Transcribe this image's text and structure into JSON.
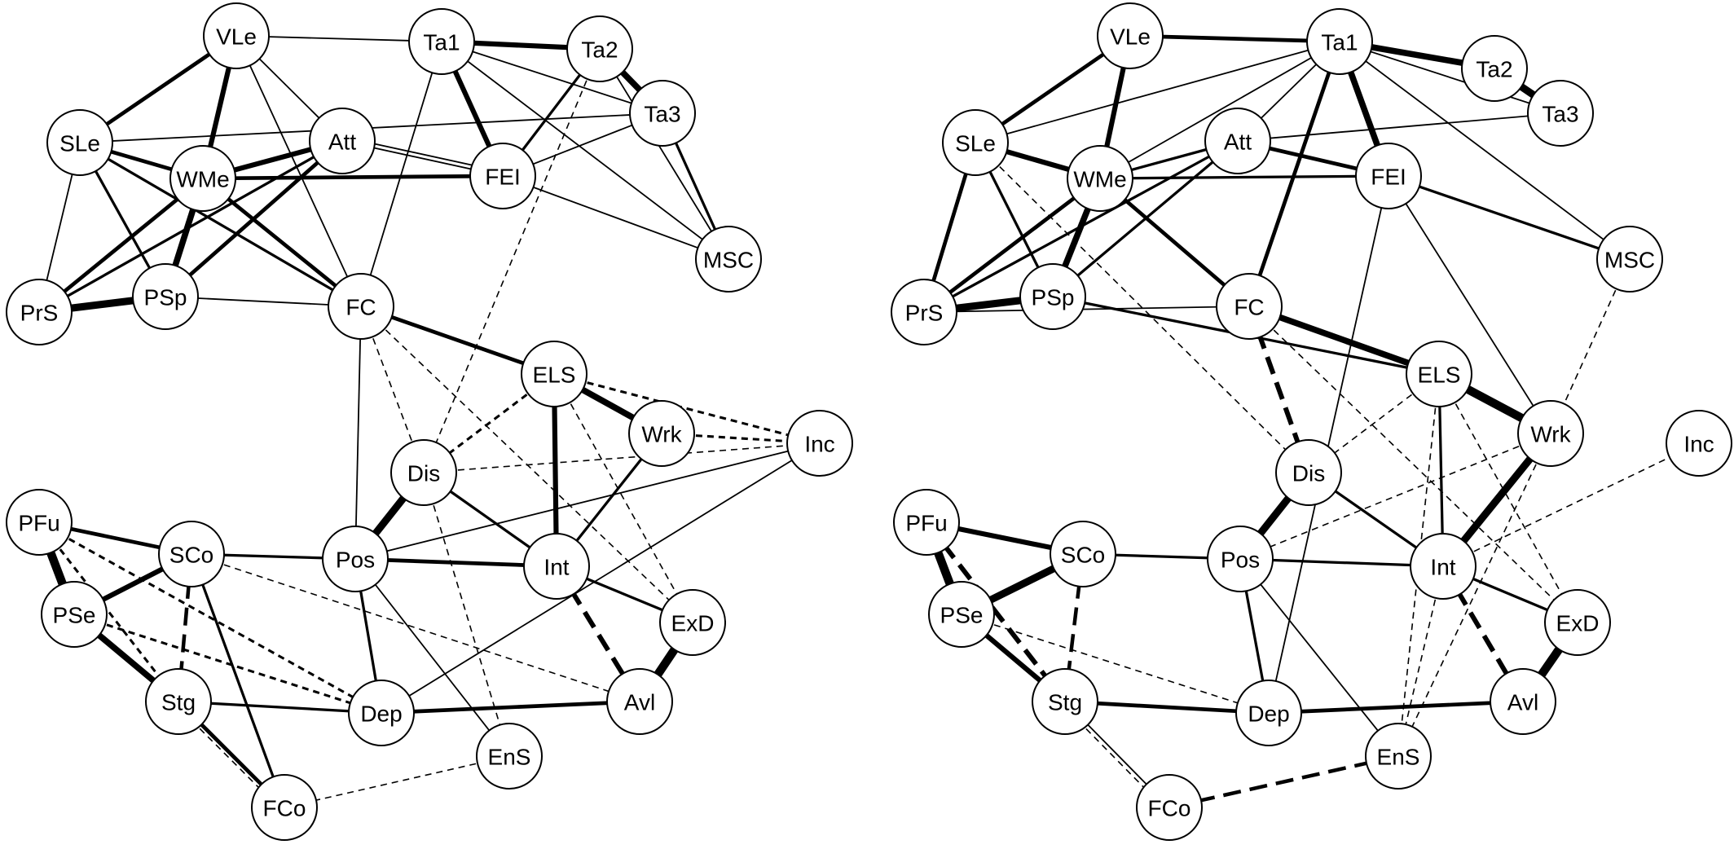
{
  "networks": [
    {
      "id": "left",
      "nodes": [
        "VLe",
        "Ta1",
        "Ta2",
        "Ta3",
        "SLe",
        "Att",
        "WMe",
        "FEI",
        "MSC",
        "PrS",
        "PSp",
        "FC",
        "ELS",
        "Inc",
        "Wrk",
        "Dis",
        "PFu",
        "SCo",
        "Pos",
        "Int",
        "PSe",
        "ExD",
        "Stg",
        "Dep",
        "Avl",
        "EnS",
        "FCo"
      ],
      "edges": [
        {
          "a": "VLe",
          "b": "Ta1",
          "strength": 1,
          "sign": "positive"
        },
        {
          "a": "VLe",
          "b": "SLe",
          "strength": 3,
          "sign": "positive"
        },
        {
          "a": "VLe",
          "b": "WMe",
          "strength": 4,
          "sign": "positive"
        },
        {
          "a": "VLe",
          "b": "Att",
          "strength": 1,
          "sign": "positive"
        },
        {
          "a": "VLe",
          "b": "FC",
          "strength": 1,
          "sign": "positive"
        },
        {
          "a": "Ta1",
          "b": "Ta2",
          "strength": 4,
          "sign": "positive"
        },
        {
          "a": "Ta1",
          "b": "FEI",
          "strength": 4,
          "sign": "positive"
        },
        {
          "a": "Ta1",
          "b": "Ta3",
          "strength": 1,
          "sign": "positive"
        },
        {
          "a": "Ta1",
          "b": "MSC",
          "strength": 1,
          "sign": "positive"
        },
        {
          "a": "Ta1",
          "b": "FC",
          "strength": 1,
          "sign": "positive"
        },
        {
          "a": "Ta2",
          "b": "Ta3",
          "strength": 5,
          "sign": "positive"
        },
        {
          "a": "Ta2",
          "b": "FEI",
          "strength": 2,
          "sign": "positive"
        },
        {
          "a": "Ta2",
          "b": "MSC",
          "strength": 1,
          "sign": "positive"
        },
        {
          "a": "Ta2",
          "b": "Dis",
          "strength": 1,
          "sign": "negative"
        },
        {
          "a": "Ta3",
          "b": "MSC",
          "strength": 2,
          "sign": "positive"
        },
        {
          "a": "Ta3",
          "b": "SLe",
          "strength": 1,
          "sign": "positive"
        },
        {
          "a": "Ta3",
          "b": "FEI",
          "strength": 1,
          "sign": "positive"
        },
        {
          "a": "SLe",
          "b": "WMe",
          "strength": 3,
          "sign": "positive"
        },
        {
          "a": "SLe",
          "b": "PrS",
          "strength": 1,
          "sign": "positive"
        },
        {
          "a": "SLe",
          "b": "PSp",
          "strength": 2,
          "sign": "positive"
        },
        {
          "a": "SLe",
          "b": "FC",
          "strength": 2,
          "sign": "positive"
        },
        {
          "a": "WMe",
          "b": "Att",
          "strength": 4,
          "sign": "positive"
        },
        {
          "a": "WMe",
          "b": "FEI",
          "strength": 3,
          "sign": "positive"
        },
        {
          "a": "WMe",
          "b": "PrS",
          "strength": 3,
          "sign": "positive"
        },
        {
          "a": "WMe",
          "b": "PSp",
          "strength": 5,
          "sign": "positive"
        },
        {
          "a": "WMe",
          "b": "FC",
          "strength": 3,
          "sign": "positive"
        },
        {
          "a": "Att",
          "b": "PSp",
          "strength": 3,
          "sign": "positive"
        },
        {
          "a": "Att",
          "b": "FEI",
          "strength": 1,
          "sign": "positive"
        },
        {
          "a": "Att",
          "b": "PrS",
          "strength": 2,
          "sign": "positive"
        },
        {
          "a": "FEI",
          "b": "MSC",
          "strength": 1,
          "sign": "positive"
        },
        {
          "a": "FEI",
          "b": "Att",
          "strength": 1,
          "sign": "positive"
        },
        {
          "a": "PrS",
          "b": "PSp",
          "strength": 6,
          "sign": "positive"
        },
        {
          "a": "PSp",
          "b": "FC",
          "strength": 1,
          "sign": "positive"
        },
        {
          "a": "FC",
          "b": "ELS",
          "strength": 3,
          "sign": "positive"
        },
        {
          "a": "FC",
          "b": "Pos",
          "strength": 1,
          "sign": "positive"
        },
        {
          "a": "FC",
          "b": "Dis",
          "strength": 1,
          "sign": "negative"
        },
        {
          "a": "FC",
          "b": "ExD",
          "strength": 1,
          "sign": "negative"
        },
        {
          "a": "ELS",
          "b": "Wrk",
          "strength": 5,
          "sign": "positive"
        },
        {
          "a": "ELS",
          "b": "Int",
          "strength": 4,
          "sign": "positive"
        },
        {
          "a": "ELS",
          "b": "Inc",
          "strength": 2,
          "sign": "negative"
        },
        {
          "a": "ELS",
          "b": "Dis",
          "strength": 2,
          "sign": "negative"
        },
        {
          "a": "ELS",
          "b": "ExD",
          "strength": 1,
          "sign": "negative"
        },
        {
          "a": "Wrk",
          "b": "Inc",
          "strength": 2,
          "sign": "negative"
        },
        {
          "a": "Wrk",
          "b": "Int",
          "strength": 2,
          "sign": "positive"
        },
        {
          "a": "Dis",
          "b": "Inc",
          "strength": 1,
          "sign": "negative"
        },
        {
          "a": "Dis",
          "b": "Pos",
          "strength": 6,
          "sign": "positive"
        },
        {
          "a": "Dis",
          "b": "Int",
          "strength": 2,
          "sign": "positive"
        },
        {
          "a": "Dis",
          "b": "EnS",
          "strength": 1,
          "sign": "negative"
        },
        {
          "a": "Pos",
          "b": "Inc",
          "strength": 1,
          "sign": "positive"
        },
        {
          "a": "Pos",
          "b": "Int",
          "strength": 3,
          "sign": "positive"
        },
        {
          "a": "Pos",
          "b": "SCo",
          "strength": 2,
          "sign": "positive"
        },
        {
          "a": "Pos",
          "b": "Dep",
          "strength": 2,
          "sign": "positive"
        },
        {
          "a": "Pos",
          "b": "EnS",
          "strength": 1,
          "sign": "positive"
        },
        {
          "a": "Int",
          "b": "ExD",
          "strength": 2,
          "sign": "positive"
        },
        {
          "a": "Int",
          "b": "Avl",
          "strength": 4,
          "sign": "negative"
        },
        {
          "a": "ExD",
          "b": "Avl",
          "strength": 7,
          "sign": "positive"
        },
        {
          "a": "Inc",
          "b": "Dep",
          "strength": 1,
          "sign": "positive"
        },
        {
          "a": "PFu",
          "b": "SCo",
          "strength": 3,
          "sign": "positive"
        },
        {
          "a": "PFu",
          "b": "PSe",
          "strength": 7,
          "sign": "positive"
        },
        {
          "a": "PFu",
          "b": "Stg",
          "strength": 2,
          "sign": "negative"
        },
        {
          "a": "PFu",
          "b": "Dep",
          "strength": 2,
          "sign": "negative"
        },
        {
          "a": "SCo",
          "b": "PSe",
          "strength": 4,
          "sign": "positive"
        },
        {
          "a": "SCo",
          "b": "Stg",
          "strength": 3,
          "sign": "negative"
        },
        {
          "a": "SCo",
          "b": "FCo",
          "strength": 2,
          "sign": "positive"
        },
        {
          "a": "SCo",
          "b": "Avl",
          "strength": 1,
          "sign": "negative"
        },
        {
          "a": "PSe",
          "b": "Stg",
          "strength": 5,
          "sign": "positive"
        },
        {
          "a": "PSe",
          "b": "Dep",
          "strength": 2,
          "sign": "negative"
        },
        {
          "a": "Stg",
          "b": "Dep",
          "strength": 2,
          "sign": "positive"
        },
        {
          "a": "Stg",
          "b": "FCo",
          "strength": 3,
          "sign": "positive"
        },
        {
          "a": "Stg",
          "b": "FCo",
          "strength": 1,
          "sign": "negative"
        },
        {
          "a": "Dep",
          "b": "Avl",
          "strength": 3,
          "sign": "positive"
        },
        {
          "a": "EnS",
          "b": "FCo",
          "strength": 1,
          "sign": "negative"
        }
      ]
    },
    {
      "id": "right",
      "nodes": [
        "VLe",
        "Ta1",
        "Ta2",
        "Ta3",
        "SLe",
        "Att",
        "WMe",
        "FEI",
        "MSC",
        "PrS",
        "PSp",
        "FC",
        "ELS",
        "Inc",
        "Wrk",
        "Dis",
        "PFu",
        "SCo",
        "Pos",
        "Int",
        "PSe",
        "ExD",
        "Stg",
        "Dep",
        "Avl",
        "EnS",
        "FCo"
      ],
      "edges": [
        {
          "a": "VLe",
          "b": "Ta1",
          "strength": 3,
          "sign": "positive"
        },
        {
          "a": "VLe",
          "b": "SLe",
          "strength": 3,
          "sign": "positive"
        },
        {
          "a": "VLe",
          "b": "WMe",
          "strength": 4,
          "sign": "positive"
        },
        {
          "a": "Ta1",
          "b": "Ta2",
          "strength": 5,
          "sign": "positive"
        },
        {
          "a": "Ta1",
          "b": "FEI",
          "strength": 5,
          "sign": "positive"
        },
        {
          "a": "Ta1",
          "b": "Att",
          "strength": 1,
          "sign": "positive"
        },
        {
          "a": "Ta1",
          "b": "SLe",
          "strength": 1,
          "sign": "positive"
        },
        {
          "a": "Ta1",
          "b": "FC",
          "strength": 3,
          "sign": "positive"
        },
        {
          "a": "Ta1",
          "b": "WMe",
          "strength": 1,
          "sign": "positive"
        },
        {
          "a": "Ta1",
          "b": "Ta3",
          "strength": 1,
          "sign": "positive"
        },
        {
          "a": "Ta1",
          "b": "MSC",
          "strength": 1,
          "sign": "positive"
        },
        {
          "a": "Ta2",
          "b": "Ta3",
          "strength": 6,
          "sign": "positive"
        },
        {
          "a": "SLe",
          "b": "WMe",
          "strength": 4,
          "sign": "positive"
        },
        {
          "a": "SLe",
          "b": "PrS",
          "strength": 3,
          "sign": "positive"
        },
        {
          "a": "SLe",
          "b": "PSp",
          "strength": 2,
          "sign": "positive"
        },
        {
          "a": "SLe",
          "b": "Dis",
          "strength": 1,
          "sign": "negative"
        },
        {
          "a": "WMe",
          "b": "Att",
          "strength": 2,
          "sign": "positive"
        },
        {
          "a": "WMe",
          "b": "FEI",
          "strength": 2,
          "sign": "positive"
        },
        {
          "a": "WMe",
          "b": "PrS",
          "strength": 3,
          "sign": "positive"
        },
        {
          "a": "WMe",
          "b": "PSp",
          "strength": 5,
          "sign": "positive"
        },
        {
          "a": "WMe",
          "b": "FC",
          "strength": 3,
          "sign": "positive"
        },
        {
          "a": "Att",
          "b": "Ta3",
          "strength": 1,
          "sign": "positive"
        },
        {
          "a": "Att",
          "b": "FEI",
          "strength": 3,
          "sign": "positive"
        },
        {
          "a": "Att",
          "b": "PrS",
          "strength": 2,
          "sign": "positive"
        },
        {
          "a": "Att",
          "b": "PSp",
          "strength": 2,
          "sign": "positive"
        },
        {
          "a": "FEI",
          "b": "MSC",
          "strength": 2,
          "sign": "positive"
        },
        {
          "a": "FEI",
          "b": "Wrk",
          "strength": 1,
          "sign": "positive"
        },
        {
          "a": "FEI",
          "b": "Dep",
          "strength": 1,
          "sign": "positive"
        },
        {
          "a": "MSC",
          "b": "Wrk",
          "strength": 1,
          "sign": "negative"
        },
        {
          "a": "PrS",
          "b": "PSp",
          "strength": 6,
          "sign": "positive"
        },
        {
          "a": "PrS",
          "b": "FC",
          "strength": 1,
          "sign": "positive"
        },
        {
          "a": "PSp",
          "b": "ELS",
          "strength": 2,
          "sign": "positive"
        },
        {
          "a": "FC",
          "b": "ELS",
          "strength": 5,
          "sign": "positive"
        },
        {
          "a": "FC",
          "b": "Dis",
          "strength": 4,
          "sign": "negative"
        },
        {
          "a": "FC",
          "b": "ExD",
          "strength": 1,
          "sign": "negative"
        },
        {
          "a": "ELS",
          "b": "Wrk",
          "strength": 7,
          "sign": "positive"
        },
        {
          "a": "ELS",
          "b": "Int",
          "strength": 2,
          "sign": "positive"
        },
        {
          "a": "ELS",
          "b": "Dis",
          "strength": 1,
          "sign": "negative"
        },
        {
          "a": "ELS",
          "b": "ExD",
          "strength": 1,
          "sign": "negative"
        },
        {
          "a": "ELS",
          "b": "EnS",
          "strength": 1,
          "sign": "negative"
        },
        {
          "a": "Wrk",
          "b": "Int",
          "strength": 6,
          "sign": "positive"
        },
        {
          "a": "Wrk",
          "b": "Pos",
          "strength": 1,
          "sign": "negative"
        },
        {
          "a": "Wrk",
          "b": "EnS",
          "strength": 1,
          "sign": "negative"
        },
        {
          "a": "Dis",
          "b": "Pos",
          "strength": 6,
          "sign": "positive"
        },
        {
          "a": "Dis",
          "b": "Int",
          "strength": 2,
          "sign": "positive"
        },
        {
          "a": "Int",
          "b": "Inc",
          "strength": 1,
          "sign": "negative"
        },
        {
          "a": "Int",
          "b": "ExD",
          "strength": 2,
          "sign": "positive"
        },
        {
          "a": "Int",
          "b": "Avl",
          "strength": 4,
          "sign": "negative"
        },
        {
          "a": "Int",
          "b": "EnS",
          "strength": 1,
          "sign": "negative"
        },
        {
          "a": "Pos",
          "b": "SCo",
          "strength": 2,
          "sign": "positive"
        },
        {
          "a": "Pos",
          "b": "Int",
          "strength": 2,
          "sign": "positive"
        },
        {
          "a": "Pos",
          "b": "Dep",
          "strength": 2,
          "sign": "positive"
        },
        {
          "a": "Pos",
          "b": "EnS",
          "strength": 1,
          "sign": "positive"
        },
        {
          "a": "ExD",
          "b": "Avl",
          "strength": 7,
          "sign": "positive"
        },
        {
          "a": "PFu",
          "b": "SCo",
          "strength": 4,
          "sign": "positive"
        },
        {
          "a": "PFu",
          "b": "PSe",
          "strength": 7,
          "sign": "positive"
        },
        {
          "a": "PFu",
          "b": "Stg",
          "strength": 4,
          "sign": "negative"
        },
        {
          "a": "SCo",
          "b": "PSe",
          "strength": 6,
          "sign": "positive"
        },
        {
          "a": "SCo",
          "b": "Stg",
          "strength": 3,
          "sign": "negative"
        },
        {
          "a": "PSe",
          "b": "Stg",
          "strength": 4,
          "sign": "positive"
        },
        {
          "a": "PSe",
          "b": "Dep",
          "strength": 1,
          "sign": "negative"
        },
        {
          "a": "Stg",
          "b": "Dep",
          "strength": 3,
          "sign": "positive"
        },
        {
          "a": "Stg",
          "b": "FCo",
          "strength": 1,
          "sign": "positive"
        },
        {
          "a": "Stg",
          "b": "FCo",
          "strength": 1,
          "sign": "negative"
        },
        {
          "a": "Dep",
          "b": "Avl",
          "strength": 3,
          "sign": "positive"
        },
        {
          "a": "EnS",
          "b": "FCo",
          "strength": 3,
          "sign": "negative"
        }
      ]
    }
  ]
}
